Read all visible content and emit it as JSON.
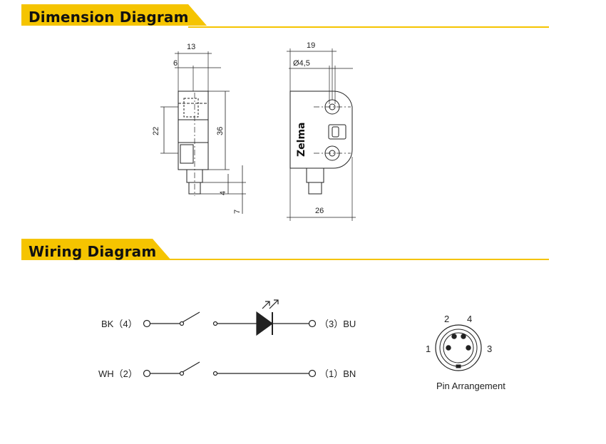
{
  "sections": {
    "dimension": {
      "title": "Dimension Diagram"
    },
    "wiring": {
      "title": "Wiring Diagram"
    }
  },
  "dimensions": {
    "side": {
      "top_width": "13",
      "inner_width": "6",
      "spacing": "22",
      "height": "36",
      "cable_small": "4",
      "cable": "7"
    },
    "front": {
      "width_top": "19",
      "hole": "Ø4,5",
      "brand": "Zelma",
      "width": "26"
    }
  },
  "wiring": {
    "left_top": "BK（4）",
    "left_bottom": "WH（2）",
    "right_top": "（3）BU",
    "right_bottom": "（1）BN"
  },
  "pins": {
    "p1": "1",
    "p2": "2",
    "p3": "3",
    "p4": "4",
    "caption": "Pin Arrangement"
  },
  "colors": {
    "accent": "#f5c400",
    "line": "#222222"
  }
}
